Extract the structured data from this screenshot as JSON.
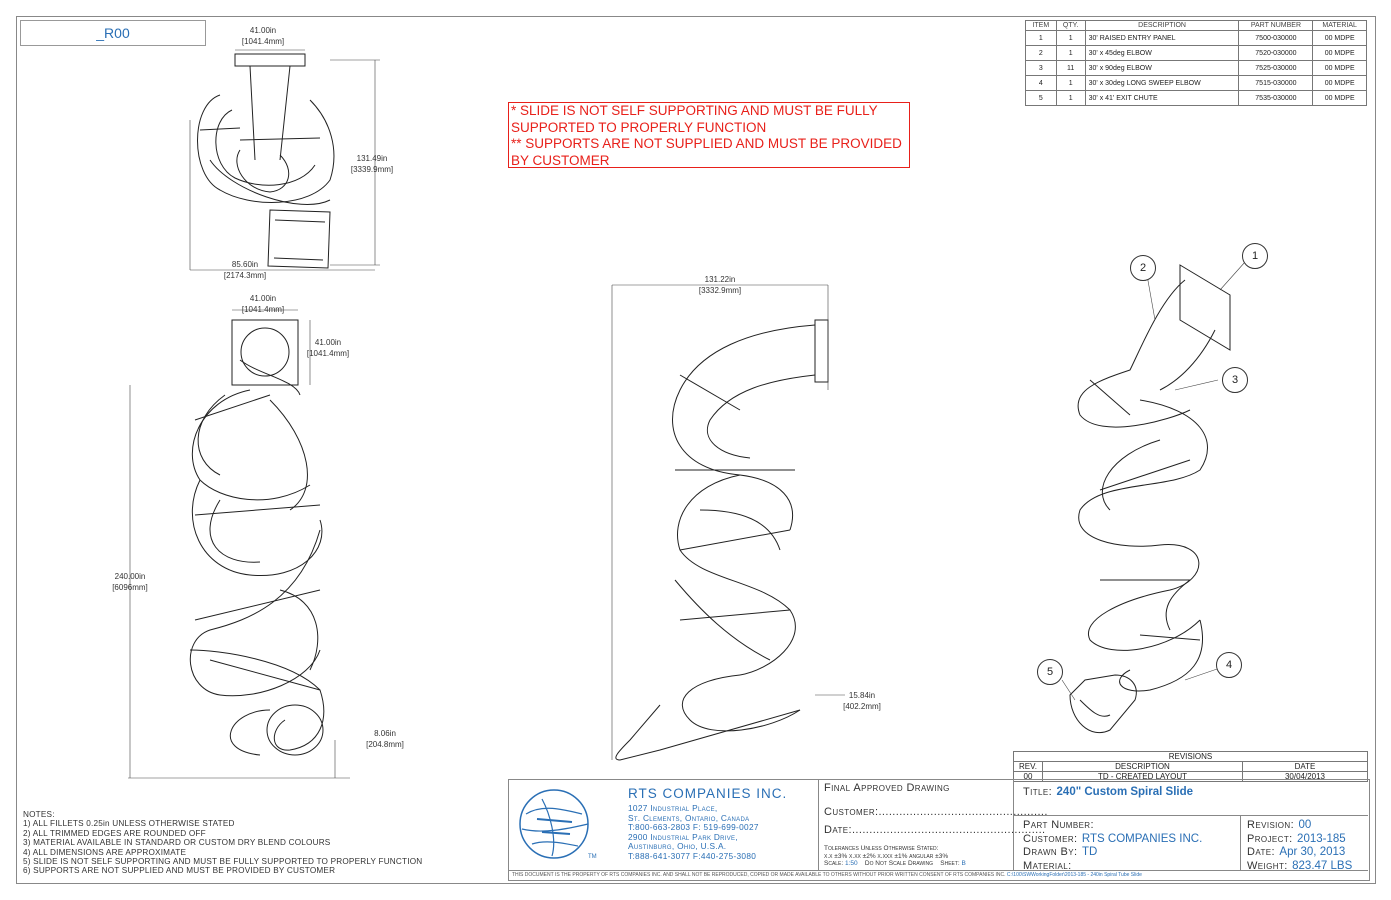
{
  "revision_tag": "_R00",
  "dimensions": {
    "top_width": "41.00in",
    "top_width_mm": "[1041.4mm]",
    "top_height": "131.49in",
    "top_height_mm": "[3339.9mm]",
    "top_depth": "85.60in",
    "top_depth_mm": "[2174.3mm]",
    "front_width": "41.00in",
    "front_width_mm": "[1041.4mm]",
    "front_side": "41.00in",
    "front_side_mm": "[1041.4mm]",
    "front_height": "240.00in",
    "front_height_mm": "[6096mm]",
    "front_exit": "8.06in",
    "front_exit_mm": "[204.8mm]",
    "side_width": "131.22in",
    "side_width_mm": "[3332.9mm]",
    "side_exit": "15.84in",
    "side_exit_mm": "[402.2mm]"
  },
  "warning": {
    "line1": "* SLIDE IS NOT SELF SUPPORTING AND MUST BE FULLY SUPPORTED TO PROPERLY FUNCTION",
    "line2": "** SUPPORTS ARE NOT SUPPLIED AND MUST BE PROVIDED BY CUSTOMER"
  },
  "bom": {
    "headers": [
      "ITEM",
      "QTY.",
      "DESCRIPTION",
      "PART NUMBER",
      "MATERIAL"
    ],
    "rows": [
      {
        "item": "1",
        "qty": "1",
        "desc": "30' RAISED ENTRY PANEL",
        "part": "7500-030000",
        "mat": "00 MDPE"
      },
      {
        "item": "2",
        "qty": "1",
        "desc": "30' x 45deg ELBOW",
        "part": "7520-030000",
        "mat": "00 MDPE"
      },
      {
        "item": "3",
        "qty": "11",
        "desc": "30' x 90deg ELBOW",
        "part": "7525-030000",
        "mat": "00 MDPE"
      },
      {
        "item": "4",
        "qty": "1",
        "desc": "30' x 30deg LONG SWEEP ELBOW",
        "part": "7515-030000",
        "mat": "00 MDPE"
      },
      {
        "item": "5",
        "qty": "1",
        "desc": "30' x 41' EXIT CHUTE",
        "part": "7535-030000",
        "mat": "00 MDPE"
      }
    ]
  },
  "balloons": [
    "1",
    "2",
    "3",
    "4",
    "5"
  ],
  "notes": {
    "title": "NOTES:",
    "items": [
      "1) ALL FILLETS 0.25in UNLESS OTHERWISE STATED",
      "2) ALL TRIMMED EDGES ARE ROUNDED OFF",
      "3) MATERIAL AVAILABLE IN STANDARD OR CUSTOM DRY BLEND COLOURS",
      "4) ALL DIMENSIONS ARE APPROXIMATE",
      "5) SLIDE IS NOT SELF SUPPORTING AND MUST BE FULLY SUPPORTED TO PROPERLY FUNCTION",
      "6) SUPPORTS ARE NOT SUPPLIED AND MUST BE PROVIDED BY CUSTOMER"
    ]
  },
  "revisions": {
    "title": "REVISIONS",
    "headers": [
      "REV.",
      "DESCRIPTION",
      "DATE"
    ],
    "row": {
      "rev": "00",
      "desc": "TD - CREATED LAYOUT",
      "date": "30/04/2013"
    }
  },
  "company": {
    "name": "RTS COMPANIES INC.",
    "address": [
      "1027 Industrial Place,",
      "St. Clements, Ontario, Canada",
      "T:800-663-2803 F: 519-699-0027",
      "2900 Industrial Park Drive,",
      "Austinburg, Ohio, U.S.A.",
      "T:888-641-3077 F:440-275-3080"
    ],
    "tm": "TM"
  },
  "approval": {
    "title": "Final Approved Drawing",
    "customer_label": "Customer:",
    "date_label": "Date:",
    "tolerances": "Tolerances Unless Otherwise Stated:",
    "tol_values": "x.x ±3%   x.xx ±2%   x.xxx ±1%   angular ±3%",
    "scale_label": "Scale:",
    "scale": "1:50",
    "dns": "Do Not Scale Drawing",
    "sheet_label": "Sheet:",
    "sheet": "B"
  },
  "title_block": {
    "title_label": "Title:",
    "title": "240\" Custom Spiral Slide",
    "part_label": "Part Number:",
    "part": "",
    "customer_label": "Customer:",
    "customer": "RTS COMPANIES INC.",
    "drawn_label": "Drawn By:",
    "drawn": "TD",
    "material_label": "Material:",
    "material": "",
    "revision_label": "Revision:",
    "revision": "00",
    "project_label": "Project:",
    "project": "2013-185",
    "date_label": "Date:",
    "date": "Apr 30, 2013",
    "weight_label": "Weight:",
    "weight": "823.47 LBS"
  },
  "footer": "THIS DOCUMENT IS THE PROPERTY OF RTS COMPANIES INC. AND SHALL NOT BE REPRODUCED, COPIED OR MADE AVAILABLE TO OTHERS WITHOUT PRIOR WRITTEN CONSENT OF RTS COMPANIES INC.",
  "footer_path": "C:\\100\\SWWorkingFolder\\2013-185 - 240in Spiral Tube Slide"
}
